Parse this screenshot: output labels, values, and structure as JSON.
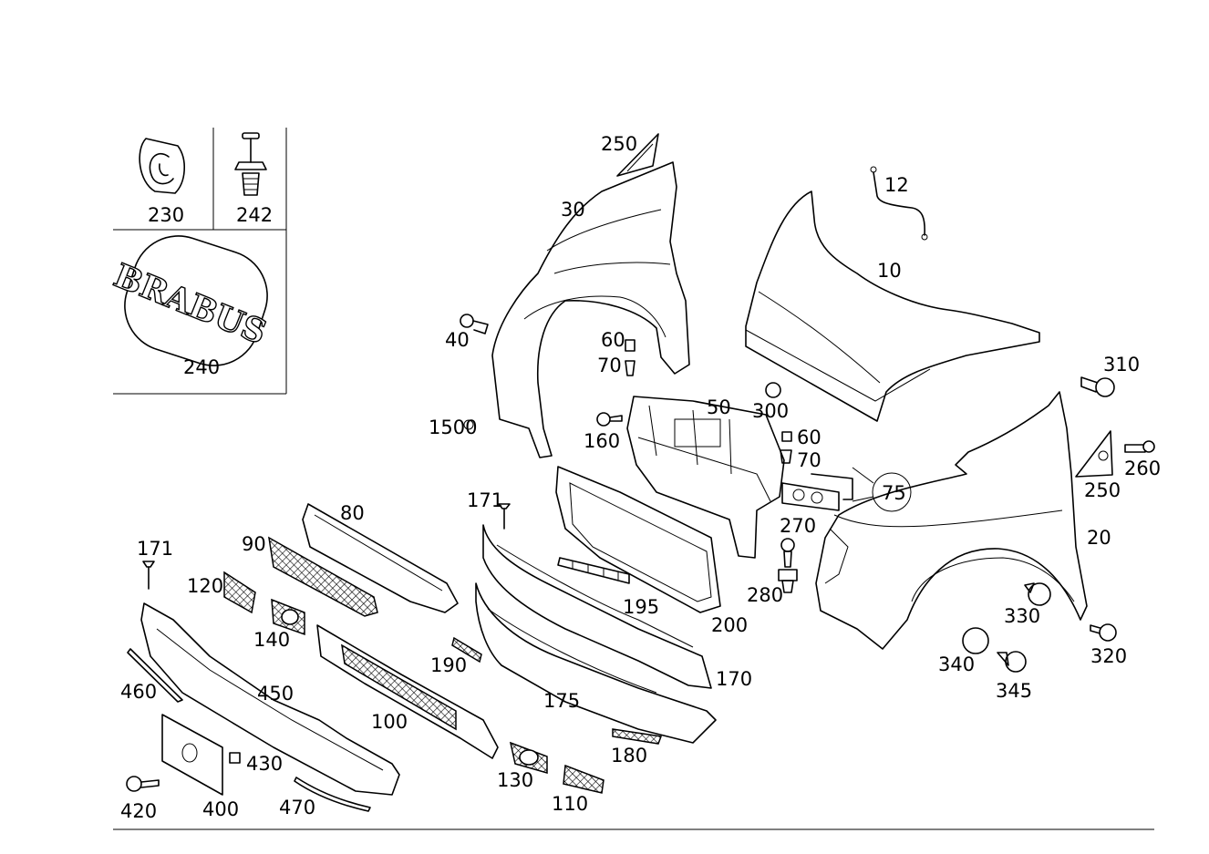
{
  "logo_text": "BRABUS",
  "labels": {
    "l230": "230",
    "l242": "242",
    "l240": "240",
    "l250a": "250",
    "l30": "30",
    "l12": "12",
    "l10": "10",
    "l40": "40",
    "l60a": "60",
    "l70a": "70",
    "l1500": "1500",
    "l160": "160",
    "l50": "50",
    "l300": "300",
    "l60b": "60",
    "l70b": "70",
    "l75": "75",
    "l310": "310",
    "l250b": "250",
    "l260": "260",
    "l20": "20",
    "l270": "270",
    "l171a": "171",
    "l171b": "171",
    "l80": "80",
    "l90": "90",
    "l120": "120",
    "l140": "140",
    "l195": "195",
    "l200": "200",
    "l280": "280",
    "l330": "330",
    "l320": "320",
    "l340": "340",
    "l345": "345",
    "l190": "190",
    "l170": "170",
    "l460": "460",
    "l450": "450",
    "l100": "100",
    "l175": "175",
    "l180": "180",
    "l430": "430",
    "l130": "130",
    "l110": "110",
    "l420": "420",
    "l400": "400",
    "l470": "470"
  }
}
